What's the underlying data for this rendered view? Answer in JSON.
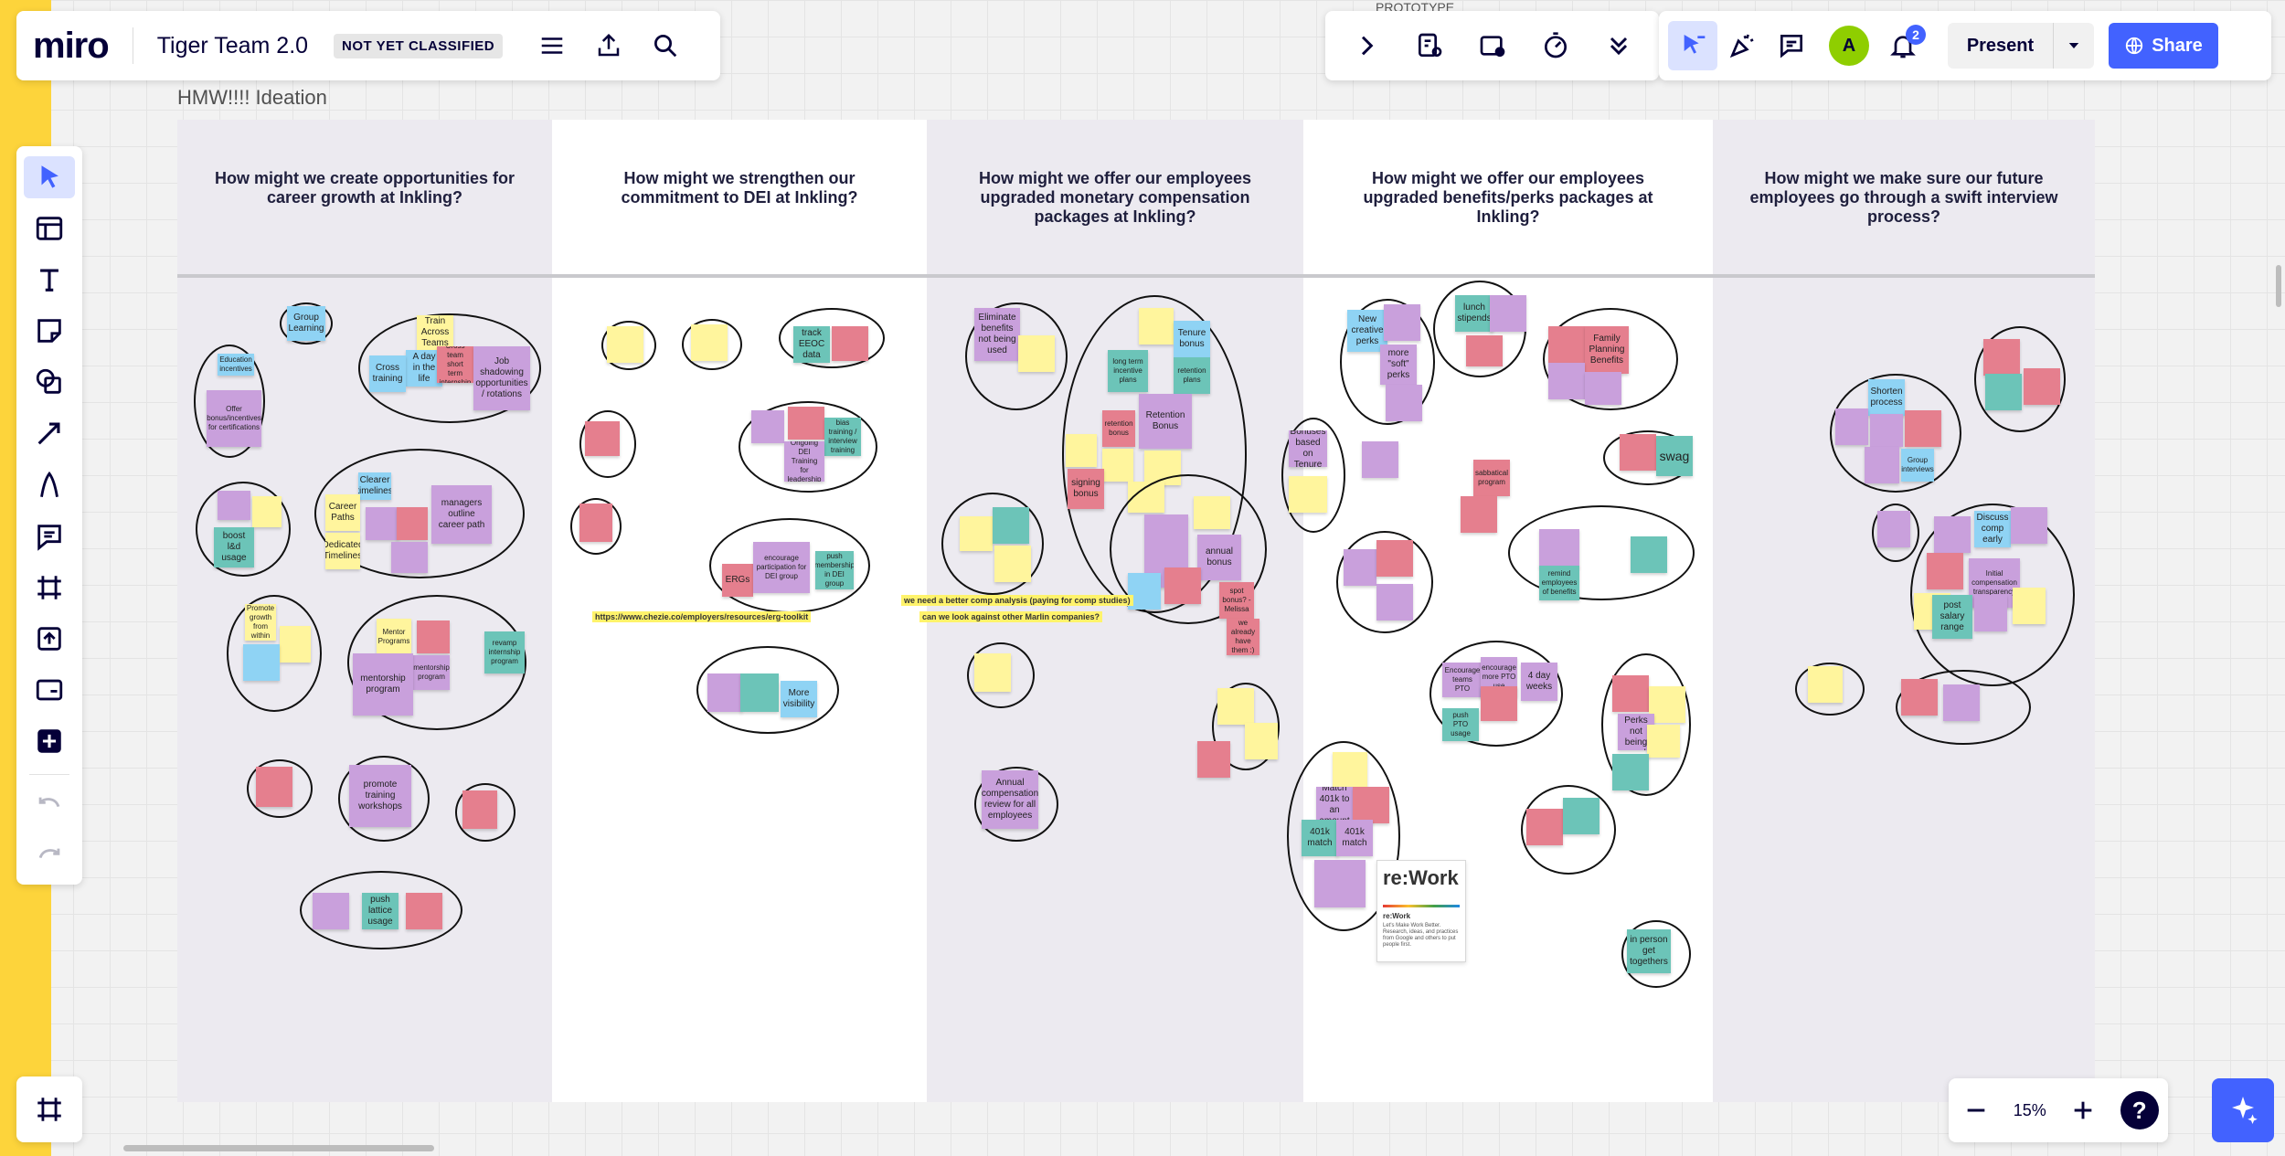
{
  "app": {
    "logo": "miro",
    "board_title": "Tiger Team 2.0",
    "classification": "NOT YET CLASSIFIED"
  },
  "toolbar": {
    "present_label": "Present",
    "share_label": "Share",
    "avatar_initial": "A",
    "notifications": "2"
  },
  "zoom": {
    "level": "15%"
  },
  "board": {
    "frame_label": "HMW!!!! Ideation",
    "top_snippet": "PROTOTYPE",
    "columns": [
      {
        "header": "How might we create opportunities for career growth at Inkling?"
      },
      {
        "header": "How might we strengthen our commitment to DEI at Inkling?"
      },
      {
        "header": "How might we offer our employees upgraded monetary compensation packages at Inkling?"
      },
      {
        "header": "How might we offer our employees upgraded benefits/perks packages at Inkling?"
      },
      {
        "header": "How might we make sure our future employees go through a swift interview process?"
      }
    ],
    "notes": {
      "c1_group_learning": "Group Learning",
      "c1_train_teams": "Train Across Teams",
      "c1_day_in_life": "A day in the life",
      "c1_cross_training": "Cross training",
      "c1_cross_team": "Cross team short term internship",
      "c1_job_shadow": "Job shadowing opportunities / rotations",
      "c1_education": "Education incentives",
      "c1_offer_bonus": "Offer bonus/incentives for certifications",
      "c1_clearer": "Clearer timelines",
      "c1_career_paths": "Career Paths",
      "c1_managers_outline": "managers outline career path",
      "c1_dedicated": "Dedicated Timelines",
      "c1_boost": "boost l&d usage",
      "c1_promote_growth": "Promote growth from within",
      "c1_mentor_programs": "Mentor Programs",
      "c1_mentorship_program": "mentorship program",
      "c1_mentorship": "mentorship program",
      "c1_revamp": "revamp internship program",
      "c1_promote_training": "promote training workshops",
      "c1_push_lattice": "push lattice usage",
      "c2_track_eeoc": "track EEOC data",
      "c2_ongoing": "Ongoing DEI Training for leadership",
      "c2_bias": "bias training / interview training",
      "c2_encourage": "encourage participation for DEI group",
      "c2_push_membership": "push membership in DEI group",
      "c2_ergs": "ERGs",
      "c2_link": "https://www.chezie.co/employers/resources/erg-toolkit",
      "c2_more_visibility": "More visibility",
      "c3_eliminate": "Eliminate benefits not being used",
      "c3_tenure_bonus": "Tenure bonus",
      "c3_long_term": "long term incentive plans",
      "c3_retention_plans": "retention plans",
      "c3_retention_bonus": "Retention Bonus",
      "c3_retention_small": "retention bonus",
      "c3_signing": "signing bonus",
      "c3_annual_bonus": "annual bonus",
      "c3_spot_bonus": "spot bonus? - Melissa",
      "c3_we_already": "we already have them :)",
      "c3_comp_analysis": "we need a better comp analysis (paying for comp studies)",
      "c3_look_against": "can we look against other Marlin companies?",
      "c3_annual_comp": "Annual compensation review for all employees",
      "c4_new_creative": "New creative perks",
      "c4_lunch": "lunch stipends",
      "c4_more_soft": "more \"soft\" perks",
      "c4_family": "Family Planning Benefits",
      "c4_swag": "swag",
      "c4_bonuses_tenure": "Bonuses based on Tenure",
      "c4_sabbatical": "sabbatical program",
      "c4_remind": "remind employees of benefits",
      "c4_encourage_pto": "encourage more PTO use",
      "c4_encourage_teams": "Encourage teams PTO",
      "c4_push_pto": "push PTO usage",
      "c4_four_day": "4 day weeks",
      "c4_analyze": "Analyze Perks not being used",
      "c4_match_401k": "Match 401k to an amount",
      "c4_401k_a": "401k match",
      "c4_401k_b": "401k match",
      "c4_in_person": "in person get togethers",
      "c4_rework_logo": "re:Work",
      "c4_rework_title": "re:Work",
      "c4_rework_desc": "Let's Make Work Better. Research, ideas, and practices from Google and others to put people first.",
      "c5_shorten": "Shorten process",
      "c5_group_interviews": "Group interviews",
      "c5_discuss": "Discuss comp early",
      "c5_initial": "Initial compensation transparency",
      "c5_post_salary": "post salary range"
    }
  }
}
